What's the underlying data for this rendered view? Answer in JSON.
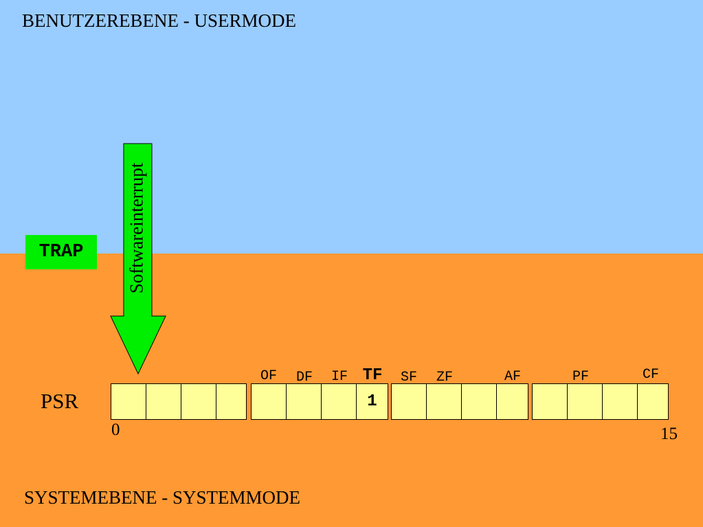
{
  "user_mode_title": "BENUTZEREBENE - USERMODE",
  "system_mode_title": "SYSTEMEBENE - SYSTEMMODE",
  "trap_label": "TRAP",
  "arrow_label": "Softwareinterrupt",
  "psr_label": "PSR",
  "bit_start": "0",
  "bit_end": "15",
  "flags": {
    "of": "OF",
    "df": "DF",
    "if": "IF",
    "tf": "TF",
    "sf": "SF",
    "zf": "ZF",
    "af": "AF",
    "pf": "PF",
    "cf": "CF"
  },
  "tf_value": "1",
  "colors": {
    "user_zone": "#99ccff",
    "system_zone": "#ff9933",
    "trap_box": "#00ee00",
    "arrow": "#00ee00",
    "register_cells": "#ffff99"
  }
}
